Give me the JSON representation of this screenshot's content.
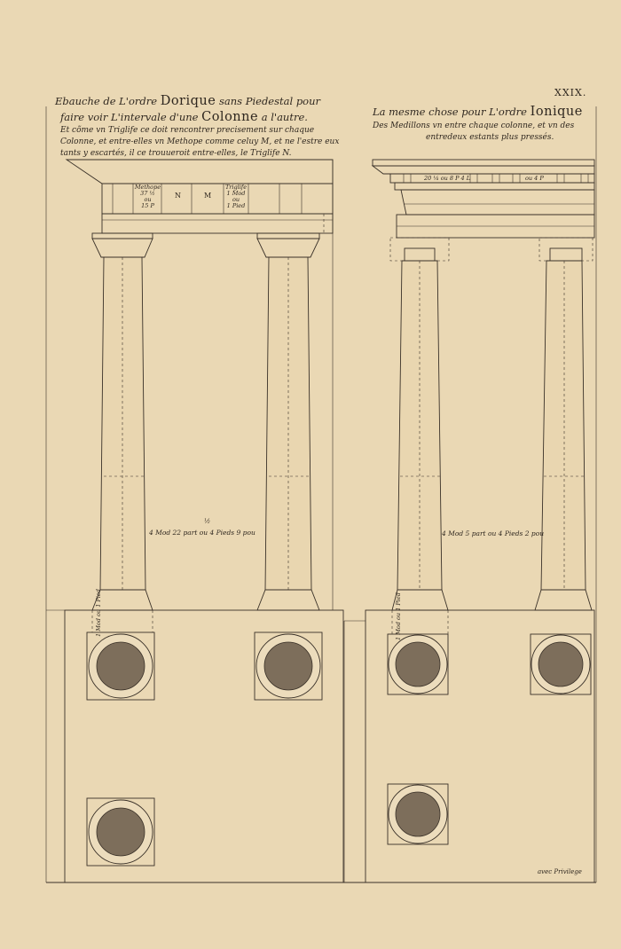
{
  "plate_number": "XXIX.",
  "doric": {
    "title_line1_a": "Ebauche de L'ordre",
    "title_line1_big": "Dorique",
    "title_line1_b": "sans Piedestal pour",
    "title_line2_a": "faire voir L'intervale d'une",
    "title_line2_big": "Colonne",
    "title_line2_b": "a l'autre.",
    "note_line1": "Et cõme vn Triglife ce doit rencontrer precisement sur chaque",
    "note_line2": "Colonne, et entre-elles vn Methope comme celuy M, et ne l'estre eux",
    "note_line3": "tants y escartés, il ce trouueroit entre-elles, le Triglife N.",
    "metope_label": "Methope",
    "metope_value1": "37 ½",
    "metope_ou": "ou",
    "metope_value2": "15 P",
    "n_label": "N",
    "m_label": "M",
    "triglyph_label": "Triglife",
    "triglyph_value1": "1 Mod",
    "triglyph_ou": "ou",
    "triglyph_value2": "1 Pied",
    "interval_fraction": "½",
    "interval_label": "4 Mod 22 part ou 4 Pieds 9 pou",
    "base_mod": "1 Mod",
    "base_ou": "ou",
    "base_pied": "1 Pied"
  },
  "ionic": {
    "title_a": "La mesme chose pour L'ordre",
    "title_big": "Ionique",
    "note_line1": "Des Medillons vn entre chaque colonne, et vn des",
    "note_line2": "entredeux estants plus pressés.",
    "dentil_label": "20 ¼ ou 8 P 4 L",
    "dentil_label2": "ou 4 P",
    "interval_label": "4 Mod 5 part ou 4 Pieds 2 pou",
    "base_mod": "1 Mod",
    "base_ou": "ou",
    "base_pied": "1 Pied"
  },
  "privilege": "avec Privilege"
}
